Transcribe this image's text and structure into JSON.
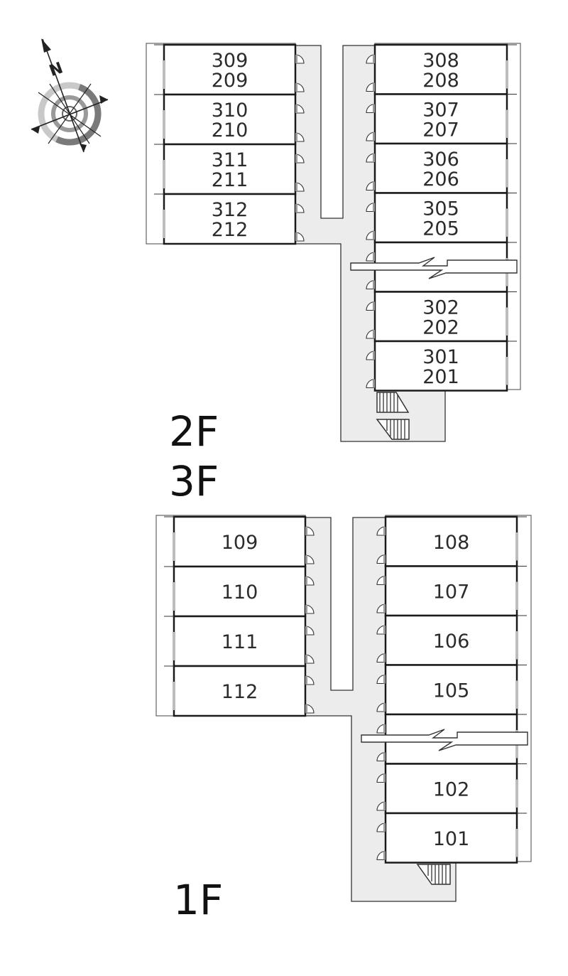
{
  "compass": {
    "label": "N",
    "icon": "compass-rose-icon"
  },
  "upper_floors": {
    "labels": [
      "2F",
      "3F"
    ],
    "left_wing": [
      {
        "top": "309",
        "bottom": "209"
      },
      {
        "top": "310",
        "bottom": "210"
      },
      {
        "top": "311",
        "bottom": "211"
      },
      {
        "top": "312",
        "bottom": "212"
      }
    ],
    "right_wing": [
      {
        "top": "308",
        "bottom": "208"
      },
      {
        "top": "307",
        "bottom": "207"
      },
      {
        "top": "306",
        "bottom": "206"
      },
      {
        "top": "305",
        "bottom": "205"
      },
      {
        "top": "",
        "bottom": ""
      },
      {
        "top": "302",
        "bottom": "202"
      },
      {
        "top": "301",
        "bottom": "201"
      }
    ]
  },
  "ground_floor": {
    "label": "1F",
    "left_wing": [
      "109",
      "110",
      "111",
      "112"
    ],
    "right_wing": [
      "108",
      "107",
      "106",
      "105",
      "",
      "102",
      "101"
    ]
  },
  "colors": {
    "corridor": "#ececec",
    "wall": "#1a1a1a",
    "compass_ring": "#777777"
  }
}
